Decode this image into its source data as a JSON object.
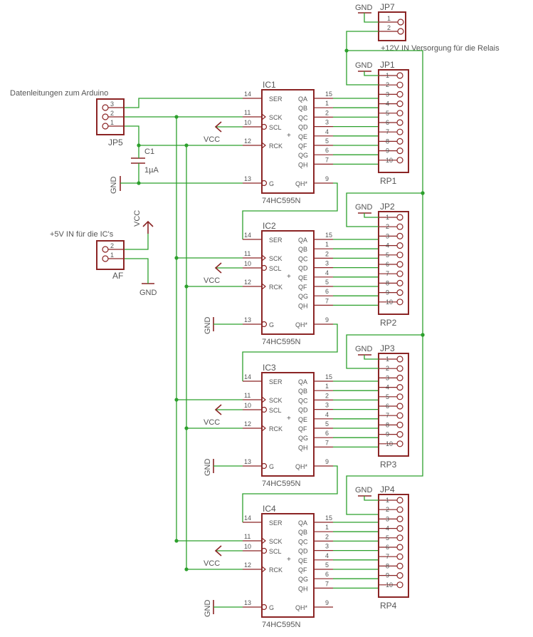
{
  "labels": {
    "arduino_lines": "Datenleitungen zum Arduino",
    "relay_supply": "+12V IN Versorgung für die Relais",
    "ic_supply": "+5V IN für die IC's",
    "gnd": "GND",
    "vcc": "VCC"
  },
  "jp5": {
    "name": "JP5",
    "pins": [
      "3",
      "2",
      "1"
    ]
  },
  "af": {
    "name": "AF",
    "pins": [
      "2",
      "1"
    ]
  },
  "jp7": {
    "name": "JP7",
    "pins": [
      "1",
      "2"
    ]
  },
  "c1": {
    "name": "C1",
    "value": "1µA"
  },
  "ic_left_pins": [
    {
      "num": "14",
      "name": "SER"
    },
    {
      "num": "11",
      "name": "SCK"
    },
    {
      "num": "10",
      "name": "SCL"
    },
    {
      "num": "12",
      "name": "RCK"
    },
    {
      "num": "13",
      "name": "G"
    }
  ],
  "ic_right_pins": [
    {
      "num": "15",
      "name": "QA"
    },
    {
      "num": "1",
      "name": "QB"
    },
    {
      "num": "2",
      "name": "QC"
    },
    {
      "num": "3",
      "name": "QD"
    },
    {
      "num": "4",
      "name": "QE"
    },
    {
      "num": "5",
      "name": "QF"
    },
    {
      "num": "6",
      "name": "QG"
    },
    {
      "num": "7",
      "name": "QH"
    }
  ],
  "ic_qh_pin": {
    "num": "9",
    "name": "QH*"
  },
  "ic_plus": "+",
  "ics": [
    {
      "name": "IC1",
      "part": "74HC595N"
    },
    {
      "name": "IC2",
      "part": "74HC595N"
    },
    {
      "name": "IC3",
      "part": "74HC595N"
    },
    {
      "name": "IC4",
      "part": "74HC595N"
    }
  ],
  "jps": [
    {
      "name": "JP1",
      "rp": "RP1"
    },
    {
      "name": "JP2",
      "rp": "RP2"
    },
    {
      "name": "JP3",
      "rp": "RP3"
    },
    {
      "name": "JP4",
      "rp": "RP4"
    }
  ],
  "jp_pin_numbers": [
    "1",
    "2",
    "3",
    "4",
    "5",
    "6",
    "7",
    "8",
    "9",
    "10"
  ]
}
